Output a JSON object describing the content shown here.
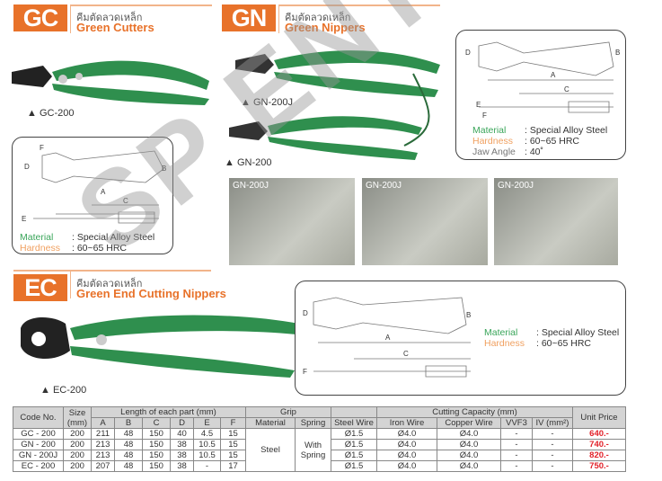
{
  "watermark": "SP ENTECH",
  "sections": {
    "gc": {
      "code": "GC",
      "thai": "คีมตัดลวดเหล็ก",
      "title": "Green Cutters",
      "products": [
        "▲ GC-200"
      ],
      "specs": [
        {
          "k": "Material",
          "v": ": Special Alloy Steel"
        },
        {
          "k": "Hardness",
          "v": ": 60~65 HRC"
        }
      ]
    },
    "gn": {
      "code": "GN",
      "thai": "คีมตัดลวดเหล็ก",
      "title": "Green Nippers",
      "products": [
        "▲ GN-200J",
        "▲ GN-200"
      ],
      "specs": [
        {
          "k": "Material",
          "v": ": Special Alloy Steel"
        },
        {
          "k": "Hardness",
          "v": ": 60~65 HRC"
        },
        {
          "k": "Jaw Angle",
          "v": ": 40˚"
        }
      ],
      "photos": [
        "GN-200J",
        "GN-200J",
        "GN-200J"
      ]
    },
    "ec": {
      "code": "EC",
      "thai": "คีมตัดลวดเหล็ก",
      "title": "Green End Cutting Nippers",
      "products": [
        "▲ EC-200"
      ],
      "specs": [
        {
          "k": "Material",
          "v": ": Special Alloy Steel"
        },
        {
          "k": "Hardness",
          "v": ": 60~65 HRC"
        }
      ]
    }
  },
  "dims": {
    "A": "A",
    "B": "B",
    "C": "C",
    "D": "D",
    "E": "E",
    "F": "F"
  },
  "table": {
    "h": {
      "code": "Code No.",
      "size": "Size (mm)",
      "length": "Length of each part (mm)",
      "grip": "Grip",
      "capacity": "Cutting Capacity (mm)",
      "price": "Unit Price",
      "A": "A",
      "B": "B",
      "C": "C",
      "D": "D",
      "E": "E",
      "F": "F",
      "material": "Material",
      "spring": "Spring",
      "steel": "Steel Wire",
      "iron": "Iron Wire",
      "copper": "Copper Wire",
      "vvf": "VVF3",
      "iv": "IV (mm²)"
    },
    "grip_material": "Steel",
    "grip_spring": "With Spring",
    "rows": [
      {
        "code": "GC - 200",
        "size": "200",
        "A": "211",
        "B": "48",
        "C": "150",
        "D": "40",
        "E": "4.5",
        "F": "15",
        "steel": "Ø1.5",
        "iron": "Ø4.0",
        "copper": "Ø4.0",
        "vvf": "-",
        "iv": "-",
        "price": "640.-"
      },
      {
        "code": "GN - 200",
        "size": "200",
        "A": "213",
        "B": "48",
        "C": "150",
        "D": "38",
        "E": "10.5",
        "F": "15",
        "steel": "Ø1.5",
        "iron": "Ø4.0",
        "copper": "Ø4.0",
        "vvf": "-",
        "iv": "-",
        "price": "740.-"
      },
      {
        "code": "GN - 200J",
        "size": "200",
        "A": "213",
        "B": "48",
        "C": "150",
        "D": "38",
        "E": "10.5",
        "F": "15",
        "steel": "Ø1.5",
        "iron": "Ø4.0",
        "copper": "Ø4.0",
        "vvf": "-",
        "iv": "-",
        "price": "820.-"
      },
      {
        "code": "EC - 200",
        "size": "200",
        "A": "207",
        "B": "48",
        "C": "150",
        "D": "38",
        "E": "-",
        "F": "17",
        "steel": "Ø1.5",
        "iron": "Ø4.0",
        "copper": "Ø4.0",
        "vvf": "-",
        "iv": "-",
        "price": "750.-"
      }
    ]
  }
}
